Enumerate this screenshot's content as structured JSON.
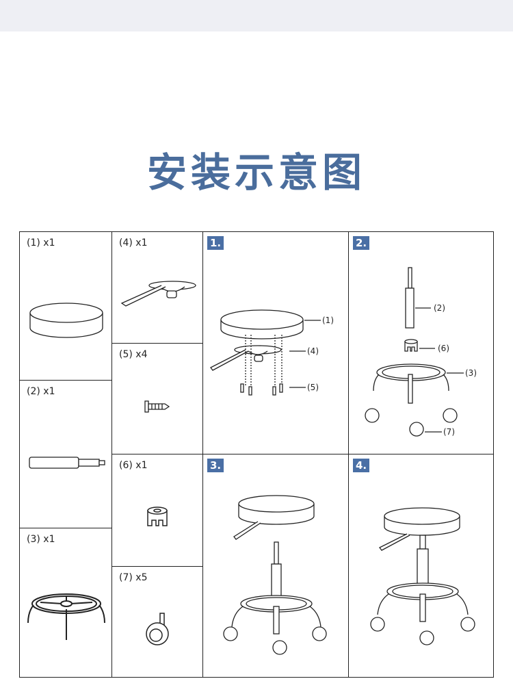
{
  "title": "安装示意图",
  "parts": [
    {
      "label": "(1) x1"
    },
    {
      "label": "(2) x1"
    },
    {
      "label": "(3) x1"
    },
    {
      "label": "(4) x1"
    },
    {
      "label": "(5) x4"
    },
    {
      "label": "(6) x1"
    },
    {
      "label": "(7) x5"
    }
  ],
  "steps": [
    {
      "badge": "1.",
      "callouts": [
        "(1)",
        "(4)",
        "(5)"
      ]
    },
    {
      "badge": "2.",
      "callouts": [
        "(2)",
        "(6)",
        "(3)",
        "(7)"
      ]
    },
    {
      "badge": "3."
    },
    {
      "badge": "4."
    }
  ],
  "colors": {
    "accent": "#4a6fa5",
    "title": "#4a6d9c"
  }
}
